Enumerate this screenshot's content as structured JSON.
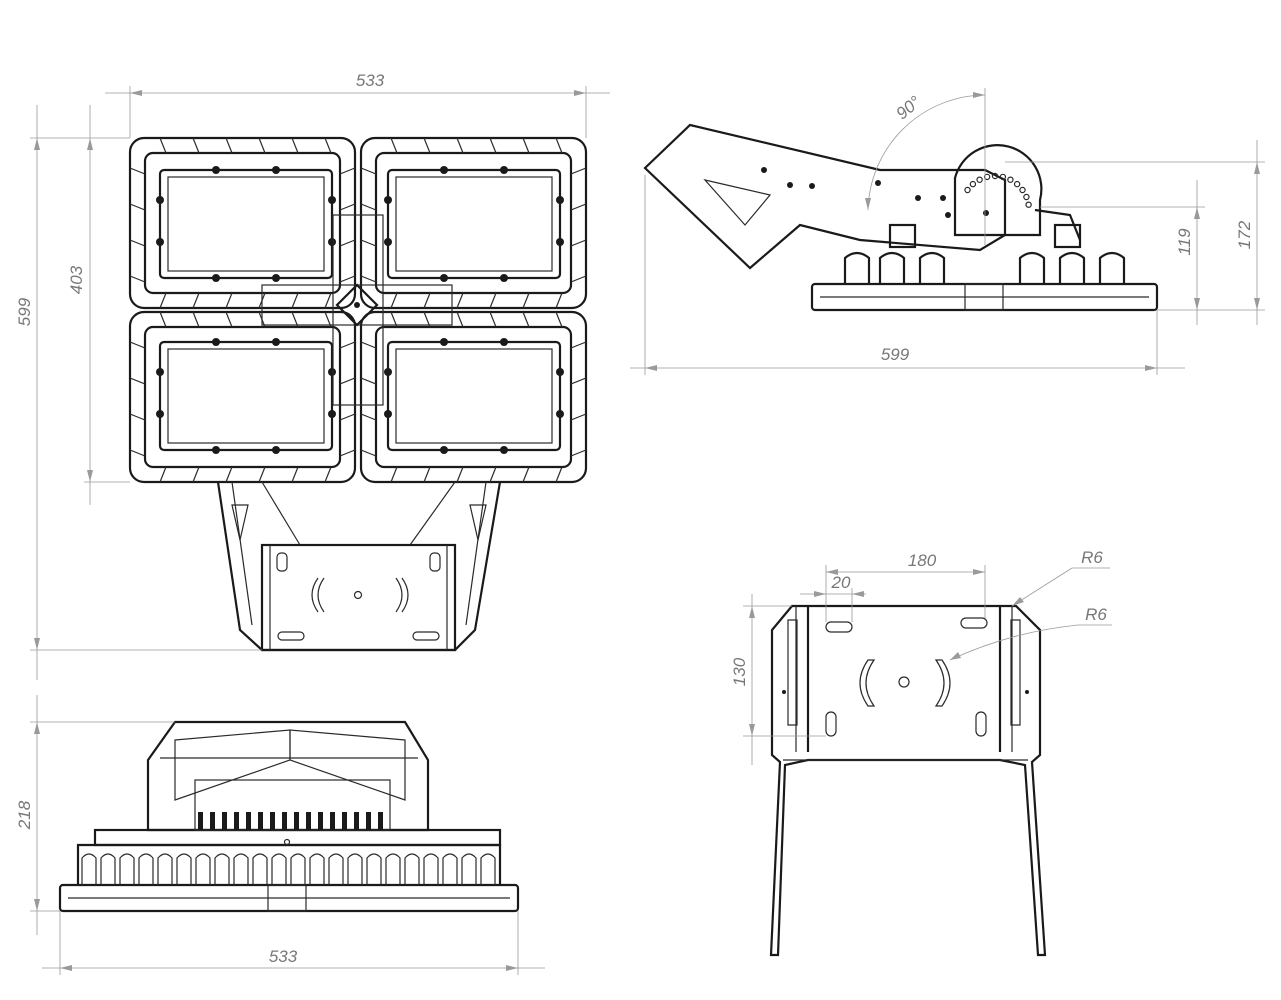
{
  "dimensions": {
    "front_width": "533",
    "front_height_total": "599",
    "front_height_cluster": "403",
    "side_length": "599",
    "side_height_total": "172",
    "side_height_body": "119",
    "side_angle": "90°",
    "bottom_width": "533",
    "bottom_height": "218",
    "bracket_width": "180",
    "bracket_slot": "20",
    "bracket_height": "130",
    "bracket_radius_1": "R6",
    "bracket_radius_2": "R6"
  },
  "colors": {
    "line": "#1a1a1a",
    "dimension": "#9a9a9a",
    "dimension_text": "#777777",
    "background": "#ffffff"
  }
}
